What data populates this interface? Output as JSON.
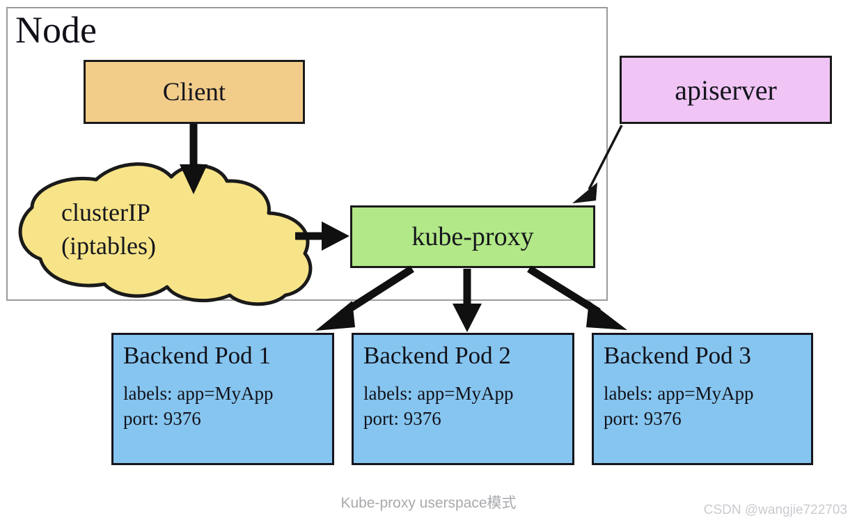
{
  "diagram": {
    "caption": "Kube-proxy userspace模式",
    "watermark": "CSDN @wangjie722703",
    "node": {
      "label": "Node",
      "border_color": "#9a9a9a"
    },
    "nodes": {
      "client": {
        "label": "Client",
        "fill": "#f2cd89"
      },
      "apiserver": {
        "label": "apiserver",
        "fill": "#f0c4f5"
      },
      "kube_proxy": {
        "label": "kube-proxy",
        "fill": "#b2e887"
      },
      "cluster_ip": {
        "line1": "clusterIP",
        "line2": "(iptables)",
        "fill": "#f7e488"
      }
    },
    "pods": [
      {
        "title": "Backend Pod 1",
        "labels": "labels: app=MyApp",
        "port": "port: 9376",
        "fill": "#86c5ef"
      },
      {
        "title": "Backend Pod 2",
        "labels": "labels: app=MyApp",
        "port": "port: 9376",
        "fill": "#86c5ef"
      },
      {
        "title": "Backend Pod 3",
        "labels": "labels: app=MyApp",
        "port": "port: 9376",
        "fill": "#86c5ef"
      }
    ],
    "edges": [
      {
        "name": "client-to-clusterip",
        "from": "Client",
        "to": "clusterIP (iptables)",
        "style": "thick-arrow"
      },
      {
        "name": "clusterip-to-kubeproxy",
        "from": "clusterIP (iptables)",
        "to": "kube-proxy",
        "style": "thick-arrow"
      },
      {
        "name": "apiserver-to-kubeproxy",
        "from": "apiserver",
        "to": "kube-proxy",
        "style": "thin-arrow"
      },
      {
        "name": "kubeproxy-to-pod1",
        "from": "kube-proxy",
        "to": "Backend Pod 1",
        "style": "thick-arrow"
      },
      {
        "name": "kubeproxy-to-pod2",
        "from": "kube-proxy",
        "to": "Backend Pod 2",
        "style": "thick-arrow"
      },
      {
        "name": "kubeproxy-to-pod3",
        "from": "kube-proxy",
        "to": "Backend Pod 3",
        "style": "thick-arrow"
      }
    ]
  }
}
